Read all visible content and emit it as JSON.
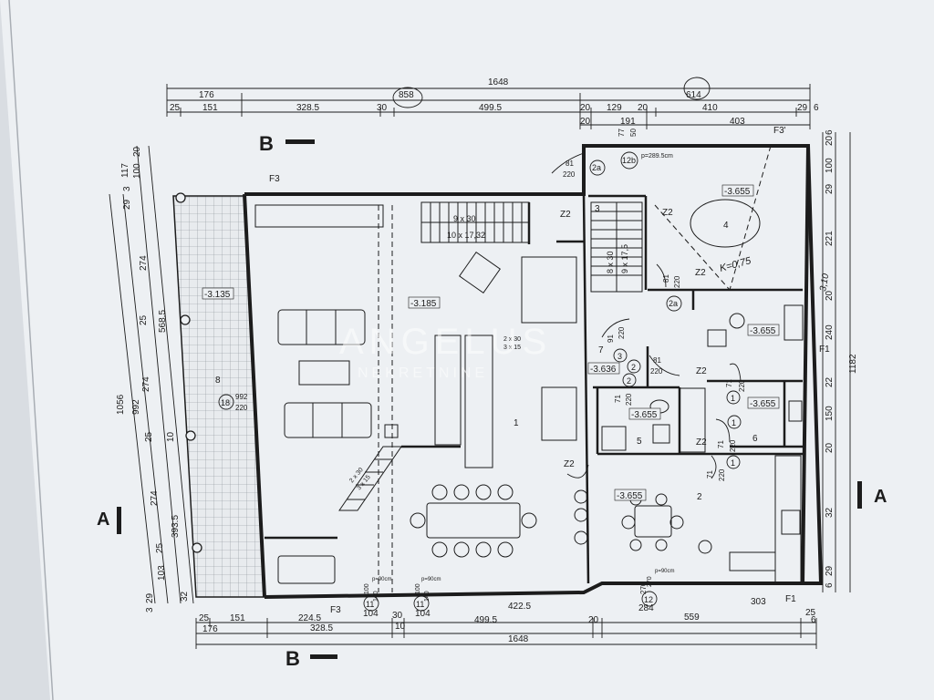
{
  "section_markers": {
    "b_top": "B",
    "b_bottom": "B",
    "a_left": "A",
    "a_right": "A"
  },
  "dims_top": {
    "total": "1648",
    "d176": "176",
    "d858": "858",
    "d614": "614",
    "d25": "25",
    "d151": "151",
    "d328_5": "328.5",
    "d30": "30",
    "d499_5": "499.5",
    "d20a": "20",
    "d129": "129",
    "d20b": "20",
    "d410": "410",
    "d29": "29",
    "d6": "6",
    "d20c": "20",
    "d191": "191",
    "d403": "403",
    "d77": "77",
    "d50": "50"
  },
  "dims_bottom": {
    "d25": "25",
    "d151": "151",
    "d224_5": "224.5",
    "d30": "30",
    "d422_5": "422.5",
    "d303": "303",
    "d176": "176",
    "d328_5": "328.5",
    "d499_5": "499.5",
    "d20": "20",
    "d559": "559",
    "d25r": "25",
    "d284": "284",
    "d270": "270",
    "d104a": "104",
    "d104b": "104",
    "d10": "10",
    "d6": "6",
    "total": "1648"
  },
  "dims_left": {
    "d1056": "1056",
    "d992": "992",
    "d568_5": "568.5",
    "d393_5": "393.5",
    "d274a": "274",
    "d274b": "274",
    "d274c": "274",
    "d25a": "25",
    "d25b": "25",
    "d25c": "25",
    "d29": "29",
    "d3": "3",
    "d117": "117",
    "d100": "100",
    "d20": "20",
    "d10": "10",
    "d103": "103",
    "d32": "32",
    "d29b": "29",
    "d3b": "3"
  },
  "dims_right": {
    "d1182": "1182",
    "d20": "20",
    "d6": "6",
    "d100": "100",
    "d29": "29",
    "d221": "221",
    "d240": "240",
    "d22": "22",
    "d150": "150",
    "d20b": "20",
    "d32": "32",
    "d6b": "6",
    "d29b": "29",
    "d20c": "20"
  },
  "rooms": {
    "r1": "1",
    "r2": "2",
    "r3": "3",
    "r4": "4",
    "r5": "5",
    "r6": "6",
    "r7": "7",
    "r8": "8",
    "l_3135": "-3.135",
    "l_3185": "-3.185",
    "l_3655a": "-3.655",
    "l_3655b": "-3.655",
    "l_3655c": "-3.655",
    "l_3655d": "-3.655",
    "l_3655e": "-3.655",
    "l_3636": "-3.636"
  },
  "labels": {
    "z2a": "Z2",
    "z2b": "Z2",
    "z2c": "Z2",
    "z2d": "Z2",
    "z2e": "Z2",
    "z2f": "Z2",
    "f1a": "F1",
    "f1b": "F1",
    "f3a": "F3",
    "f3b": "F3",
    "f3c": "F3'",
    "stair_top1": "9 x 30",
    "stair_top2": "10 x 17,32",
    "stair_side1": "8 x 30",
    "stair_side2": "9 x 17,5",
    "step_small1": "2 x 30",
    "step_small2": "3 x 15",
    "stair_ramp1": "2 x 30",
    "stair_ramp2": "3 x 15",
    "door81a": "81",
    "door220a": "220",
    "door81b": "81",
    "door220b": "220",
    "door81c": "81",
    "door220c": "220",
    "door91": "91",
    "door220d": "220",
    "door71a": "71",
    "door220e": "220",
    "door71b": "71",
    "door220f": "220",
    "door71c": "71",
    "door220g": "220",
    "door71d": "71",
    "door220h": "220",
    "door992": "992",
    "door220i": "220",
    "p289": "p=289.5cm",
    "p90a": "p=90cm",
    "p90b": "p=90cm",
    "p90c": "p=90cm",
    "w100a": "100",
    "w140a": "140",
    "w100b": "100",
    "w140b": "140",
    "w270": "270"
  },
  "circles": {
    "c2a": "2a",
    "c12b": "12b",
    "c2a2": "2a",
    "c3": "3",
    "c2": "2",
    "c2b": "2",
    "c1a": "1",
    "c1b": "1",
    "c1c": "1",
    "c18": "18",
    "c11a": "11",
    "c11b": "11",
    "c12": "12"
  },
  "handwritten": {
    "h1": "K=0,75",
    "h2": "3,10"
  },
  "watermark": {
    "brand": "ANGELUS",
    "sub": "NEKRETNINE"
  },
  "colors": {
    "paper": "#edf0f3",
    "ink": "#1c1c1c",
    "hatch": "#6a6f74",
    "background": "#d9dde2"
  }
}
